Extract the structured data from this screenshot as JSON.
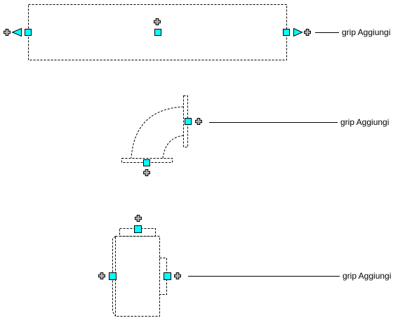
{
  "colors": {
    "grip_fill": "#00ffff",
    "add_grip_fill": "#b4b4b4",
    "outline": "#000000",
    "background": "#ffffff"
  },
  "icons": {
    "square_grip": "cyan-square-grip-icon",
    "add_grip": "add-plus-grip-icon",
    "lengthen_grip": "cyan-triangle-grip-icon"
  },
  "callouts": [
    {
      "label": "grip Aggiungi"
    },
    {
      "label": "grip Aggiungi"
    },
    {
      "label": "grip Aggiungi"
    }
  ]
}
